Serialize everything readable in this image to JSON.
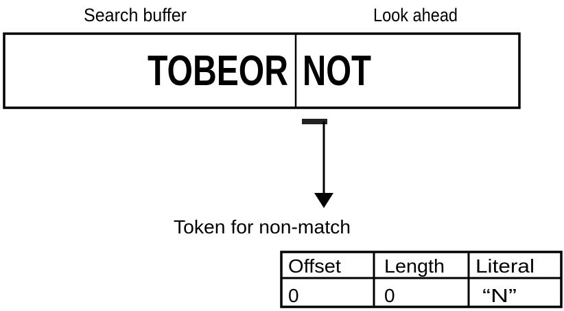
{
  "labels": {
    "search_buffer": "Search buffer",
    "look_ahead": "Look ahead",
    "token_caption": "Token for non-match"
  },
  "buffer": {
    "search_text": "TOBEOR",
    "lookahead_text": "NOT"
  },
  "token_table": {
    "headers": [
      "Offset",
      "Length",
      "Literal"
    ],
    "values": [
      "0",
      "0",
      "“N”"
    ]
  }
}
